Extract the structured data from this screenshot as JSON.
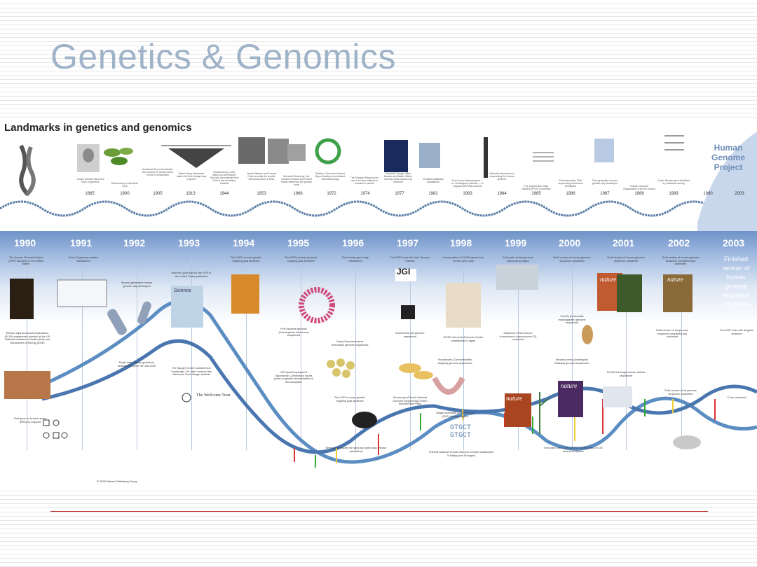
{
  "slide": {
    "title": "Genetics & Genomics"
  },
  "poster": {
    "title": "Landmarks in genetics and genomics",
    "hgp_label": "Human Genome Project",
    "top_years": [
      "1865",
      "1900",
      "1905",
      "1913",
      "1944",
      "1953",
      "1966",
      "1972",
      "1974",
      "1977",
      "1982",
      "1983",
      "1984",
      "1985",
      "1986",
      "1987",
      "1988",
      "1989",
      "1990",
      "2003"
    ],
    "top_events": [
      "Gregor Mendel discovers laws of genetics",
      "Rediscovery of Mendel's work",
      "Archibald Garrod formulates the concept of human inborn errors of metabolism",
      "Alfred Henry Sturtevant makes the first linkage map of genes",
      "Oswald Avery, Colin MacLeod and Maclyn McCarty demonstrate that DNA is the hereditary material",
      "James Watson and Francis Crick describe the double helical structure of DNA",
      "Marshall Nirenberg, Har Gobind Khorana and Robert Holley determine the genetic code",
      "Stanley Cohen and Herbert Boyer develop recombinant DNA technology",
      "The Shotgun Nepal on the use of human subjects in research is issued",
      "Frederick Sanger, Allan Maxam and Walter Gilbert develop DNA sequencing methods",
      "GenBank database established",
      "First human disease gene — for Huntington's disease — is mapped with DNA markers",
      "Scientific discussion of sequencing the human genome",
      "The polymerase chain reaction (PCR) is invented",
      "First automated DNA sequencing instrument developed",
      "First-generation human genetic map developed",
      "Human Genome Organization (HUGO) formed",
      "Cystic fibrosis gene identified by positional cloning"
    ],
    "years": [
      "1990",
      "1991",
      "1992",
      "1993",
      "1994",
      "1995",
      "1996",
      "1997",
      "1998",
      "1999",
      "2000",
      "2001",
      "2002",
      "2003"
    ],
    "events_top": [
      "The Human Genome Project (HGP) launched in the United States",
      "First US genome centres established",
      "Second-generation human genetic map developed",
      "New five-year plan for the HGP in the United States published",
      "The HGP's human genetic mapping goal achieved",
      "The HGP's human physical mapping goal achieved",
      "First human gene map established",
      "The DOE forms the Joint Genome Institute",
      "Incorporation of 30,000 genes into human gene map",
      "Full-scale human genome sequencing begins",
      "Draft version of human genome sequence completed",
      "Draft version of human genome sequence published",
      "Draft version of mouse genome sequence completed and published"
    ],
    "final_text": "Finished version of human genome sequence completed",
    "events_mid": [
      "Ethical, legal and social implications (ELSI) programmes founded at the US National Institutes of Health (NIH) and Department of Energy (DOE)",
      "Rapid data-release guidelines established by the NIH and DOE",
      "The Sanger Centre founded near Cambridge, UK; later renamed the Wellcome Trust Sanger Institute",
      "First bacterial genome (Haemophilus influenzae) sequenced",
      "Yeast (Saccharomyces cerevisiae) genome sequenced",
      "Escherichia coli genome sequenced",
      "RIKEN Genomic Sciences Center established in Japan",
      "Sequence of first human chromosome (chromosome 22) completed",
      "Fruit fly (Drosophila melanogaster) genome sequenced",
      "Draft version of rat genome sequence completed and published",
      "The HGP ends with all goals achieved"
    ],
    "events_low": [
      "First gene for breast cancer (BRCA1) mapped",
      "US Equal Employment Opportunity Commission issues policy on genetic discrimination in the workplace",
      "The HGP's mouse genetic mapping goal achieved",
      "Roundworm (Caenorhabditis elegans) genome sequenced",
      "Genoscope (French National Genome Sequencing Center) founded near Paris",
      "Single-nucleotide polymorphism (SNP) initiative begins",
      "Mustard cress (Arabidopsis thaliana) genome sequenced",
      "10,000 full-length human cDNAs sequenced",
      "Draft version of rat genome sequence completed",
      "To be continued"
    ],
    "events_bottom": [
      "Bermuda principles for rapid and open data release established",
      "Chinese National Human Genome Centers established in Beijing and Shanghai",
      "Executive order bans genetic discrimination in US federal workplace"
    ],
    "wellcome": "The Wellcome Trust",
    "jgi": "JGI",
    "nature_label": "nature",
    "science_label": "Science",
    "gtgct": "GTGCT",
    "copyright": "© 2003 Nature Publishing Group"
  },
  "colors": {
    "title": "#9fb3c8",
    "dna_strand": "#5b8dc2",
    "band_top": "#6f92c8",
    "accent_line": "#b8201d"
  }
}
